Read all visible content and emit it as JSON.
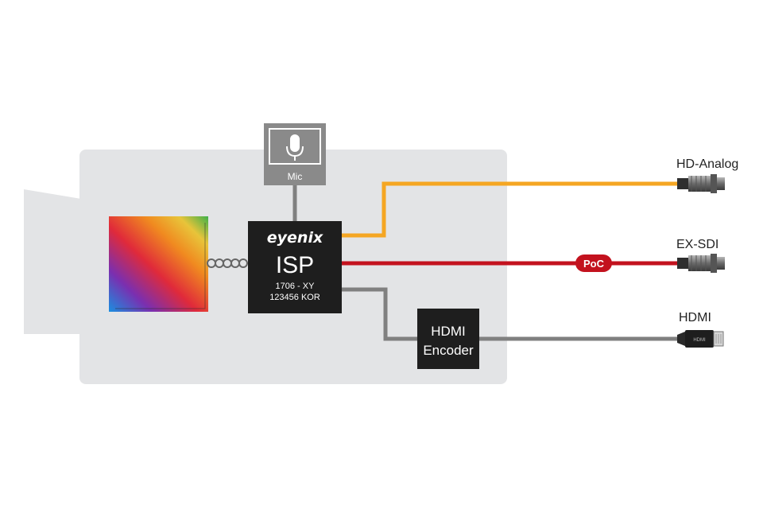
{
  "mic": {
    "label": "Mic"
  },
  "isp": {
    "brand": "eyenix",
    "title": "ISP",
    "line1": "1706 - XY",
    "line2": "123456 KOR"
  },
  "encoder": {
    "line1": "HDMI",
    "line2": "Encoder"
  },
  "outputs": {
    "hd_analog": {
      "label": "HD-Analog",
      "color": "#f5a623"
    },
    "ex_sdi": {
      "label": "EX-SDI",
      "color": "#c3121e",
      "badge": "PoC"
    },
    "hdmi": {
      "label": "HDMI",
      "color": "#7f7f7f"
    }
  },
  "colors": {
    "camera_body": "#e3e4e6",
    "chip": "#1e1e1e",
    "connector_gray": "#808080"
  }
}
